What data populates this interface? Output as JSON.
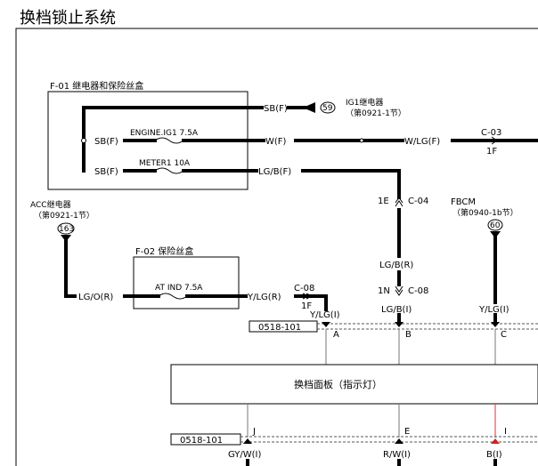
{
  "title": "换档锁止系统",
  "fuse_box_1": {
    "title": "F-01 继电器和保险丝盒",
    "sb_label": "SB(F)",
    "fuse_a": "ENGINE.IG1 7.5A",
    "fuse_b": "METER1 10A"
  },
  "ig1_relay": {
    "wire": "SB(F)",
    "ref": "59",
    "name": "IG1继电器",
    "section": "（第0921-1节）"
  },
  "engine_wire": {
    "left": "W(F)",
    "right": "W/LG(F)",
    "conn": "C-03",
    "pin": "1F"
  },
  "meter_wire": "LG/B(F)",
  "acc_relay": {
    "name": "ACC继电器",
    "section": "（第0921-1节）",
    "ref": "163",
    "wire": "LG/O(R)"
  },
  "fuse_box_2": {
    "title": "F-02 保险丝盒",
    "fuse": "AT IND 7.5A"
  },
  "at_ind": {
    "wire": "Y/LG(R)",
    "conn": "C-08",
    "pin": "1F",
    "wire_below": "Y/LG(I)"
  },
  "c04": {
    "pin": "1E",
    "conn": "C-04"
  },
  "mid_wire": {
    "top": "LG/B(R)",
    "pin": "1N",
    "conn": "C-08",
    "bottom": "LG/B(I)"
  },
  "fbcm": {
    "name": "FBCM",
    "section": "（第0940-1b节）",
    "ref": "60",
    "wire": "Y/LG(I)"
  },
  "connector_top": {
    "id": "0518-101",
    "pins": [
      "A",
      "B",
      "C"
    ]
  },
  "panel": "换档面板（指示灯）",
  "connector_bottom": {
    "id": "0518-101",
    "pins": [
      "J",
      "E",
      "I"
    ],
    "wires": [
      "GY/W(I)",
      "R/W(I)",
      "B(I)"
    ]
  }
}
